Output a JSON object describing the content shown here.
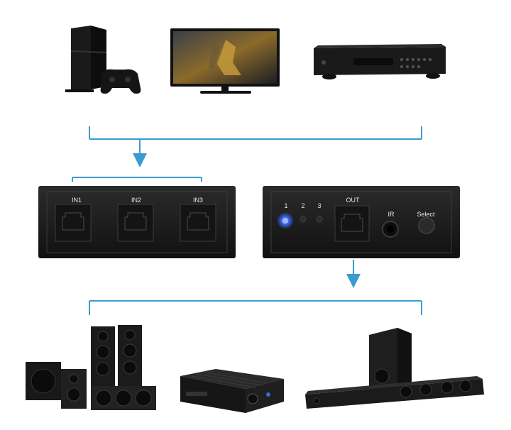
{
  "switch_front": {
    "ports": [
      {
        "label": "IN1"
      },
      {
        "label": "IN2"
      },
      {
        "label": "IN3"
      }
    ]
  },
  "switch_back": {
    "leds": [
      {
        "label": "1",
        "active": true
      },
      {
        "label": "2",
        "active": false
      },
      {
        "label": "3",
        "active": false
      }
    ],
    "out_label": "OUT",
    "ir_label": "IR",
    "select_label": "Select"
  },
  "colors": {
    "connector": "#3a9bd1",
    "device": "#1c1c1c",
    "led_active": "#3b6bff"
  },
  "icons": {
    "sources": [
      "game-console-icon",
      "television-icon",
      "blu-ray-player-icon"
    ],
    "outputs": [
      "speaker-system-icon",
      "amplifier-icon",
      "soundbar-icon"
    ]
  }
}
